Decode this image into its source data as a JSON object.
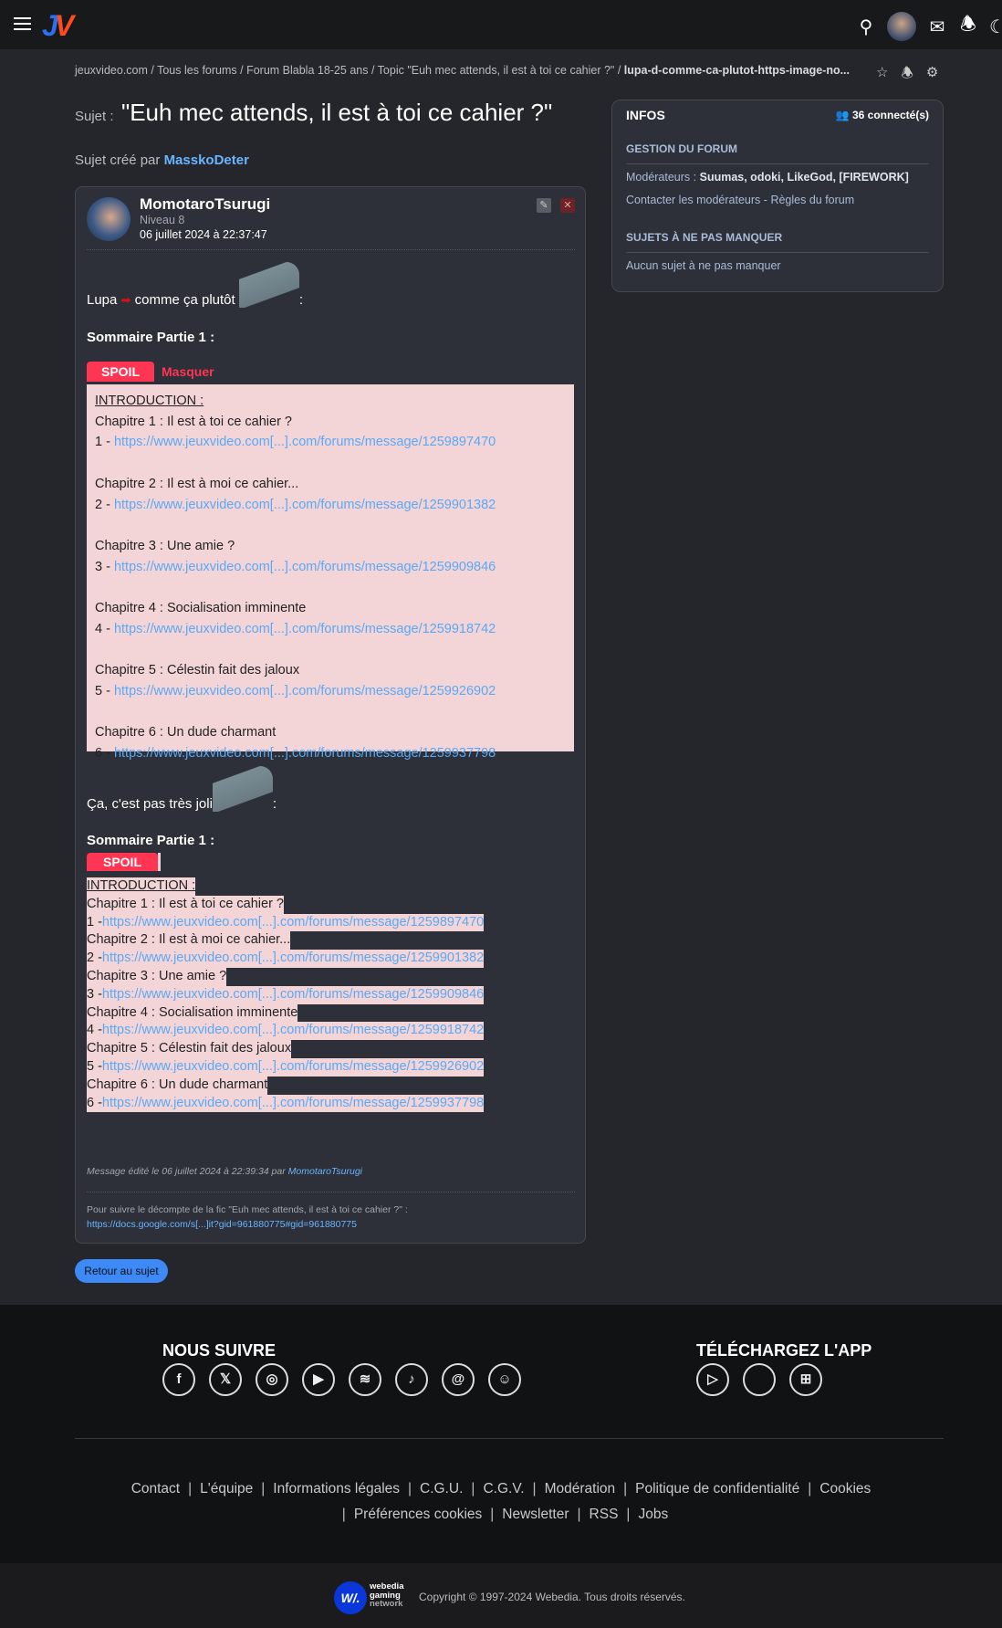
{
  "header": {
    "logo": "JV",
    "icons": [
      "menu-icon",
      "search-icon",
      "user-avatar",
      "mail-icon",
      "bell-icon",
      "moon-icon"
    ]
  },
  "breadcrumb": {
    "items": [
      "jeuxvideo.com",
      "Tous les forums",
      "Forum Blabla 18-25 ans",
      "Topic \"Euh mec attends, il est à toi ce cahier ?\""
    ],
    "current": "lupa-d-comme-ca-plutot-https-image-no..."
  },
  "topic": {
    "label": "Sujet :",
    "title": "\"Euh mec attends, il est à toi ce cahier ?\"",
    "created_by_label": "Sujet créé par",
    "author": "MasskoDeter"
  },
  "post": {
    "author": "MomotaroTsurugi",
    "level": "Niveau 8",
    "date": "06 juillet 2024 à 22:37:47",
    "line1_a": "Lupa",
    "line1_b": "comme ça plutôt",
    "line1_c": ":",
    "sommaire": "Sommaire Partie 1 :",
    "spoil": "SPOIL",
    "masquer": "Masquer",
    "intro": "INTRODUCTION :",
    "chapters": [
      {
        "title": "Chapitre 1 : Il est à toi ce cahier ?",
        "num": "1 -",
        "link": "https://www.jeuxvideo.com[...].com/forums/message/1259897470"
      },
      {
        "title": "Chapitre 2 : Il est à moi ce cahier...",
        "num": "2 -",
        "link": "https://www.jeuxvideo.com[...].com/forums/message/1259901382"
      },
      {
        "title": "Chapitre 3 : Une amie ?",
        "num": "3 -",
        "link": "https://www.jeuxvideo.com[...].com/forums/message/1259909846"
      },
      {
        "title": "Chapitre 4 : Socialisation imminente",
        "num": "4 -",
        "link": "https://www.jeuxvideo.com[...].com/forums/message/1259918742"
      },
      {
        "title": "Chapitre 5 : Célestin fait des jaloux",
        "num": "5 -",
        "link": "https://www.jeuxvideo.com[...].com/forums/message/1259926902"
      },
      {
        "title": "Chapitre 6 : Un dude charmant",
        "num": "6 -",
        "link": "https://www.jeuxvideo.com[...].com/forums/message/1259937798"
      }
    ],
    "line2_a": "Ça, c'est pas très joli",
    "line2_c": ":",
    "edited_prefix": "Message édité le 06 juillet 2024 à 22:39:34 par",
    "edited_by": "MomotaroTsurugi",
    "signature_text": "Pour suivre le décompte de la fic \"Euh mec attends, il est à toi ce cahier ?\" :",
    "signature_link": "https://docs.google.com/s[...]it?gid=961880775#gid=961880775"
  },
  "retour": "Retour au sujet",
  "sidebar": {
    "title": "INFOS",
    "connected": "36 connecté(s)",
    "gestion": "GESTION DU FORUM",
    "moderators_label": "Modérateurs :",
    "moderators": "Suumas, odoki, LikeGod, [FIREWORK]",
    "contact": "Contacter les modérateurs",
    "sep": "-",
    "rules": "Règles du forum",
    "sujets": "SUJETS À NE PAS MANQUER",
    "none": "Aucun sujet à ne pas manquer"
  },
  "footer": {
    "follow": "NOUS SUIVRE",
    "app": "TÉLÉCHARGEZ L'APP",
    "social": [
      {
        "name": "facebook",
        "g": "f"
      },
      {
        "name": "x",
        "g": "𝕏"
      },
      {
        "name": "instagram",
        "g": "◎"
      },
      {
        "name": "youtube",
        "g": "▶"
      },
      {
        "name": "rss",
        "g": "≋"
      },
      {
        "name": "tiktok",
        "g": "♪"
      },
      {
        "name": "threads",
        "g": "@"
      },
      {
        "name": "snapchat",
        "g": "☺"
      }
    ],
    "apps": [
      {
        "name": "google-play",
        "g": "▷"
      },
      {
        "name": "apple",
        "g": ""
      },
      {
        "name": "windows",
        "g": "⊞"
      }
    ],
    "links1": [
      "Contact",
      "L'équipe",
      "Informations légales",
      "C.G.U.",
      "C.G.V.",
      "Modération",
      "Politique de confidentialité",
      "Cookies"
    ],
    "links2": [
      "Préférences cookies",
      "Newsletter",
      "RSS",
      "Jobs"
    ],
    "webedia": "W/.",
    "webedia_text": [
      "webedia",
      "gaming",
      "network"
    ],
    "copyright": "Copyright © 1997-2024 Webedia. Tous droits réservés."
  }
}
